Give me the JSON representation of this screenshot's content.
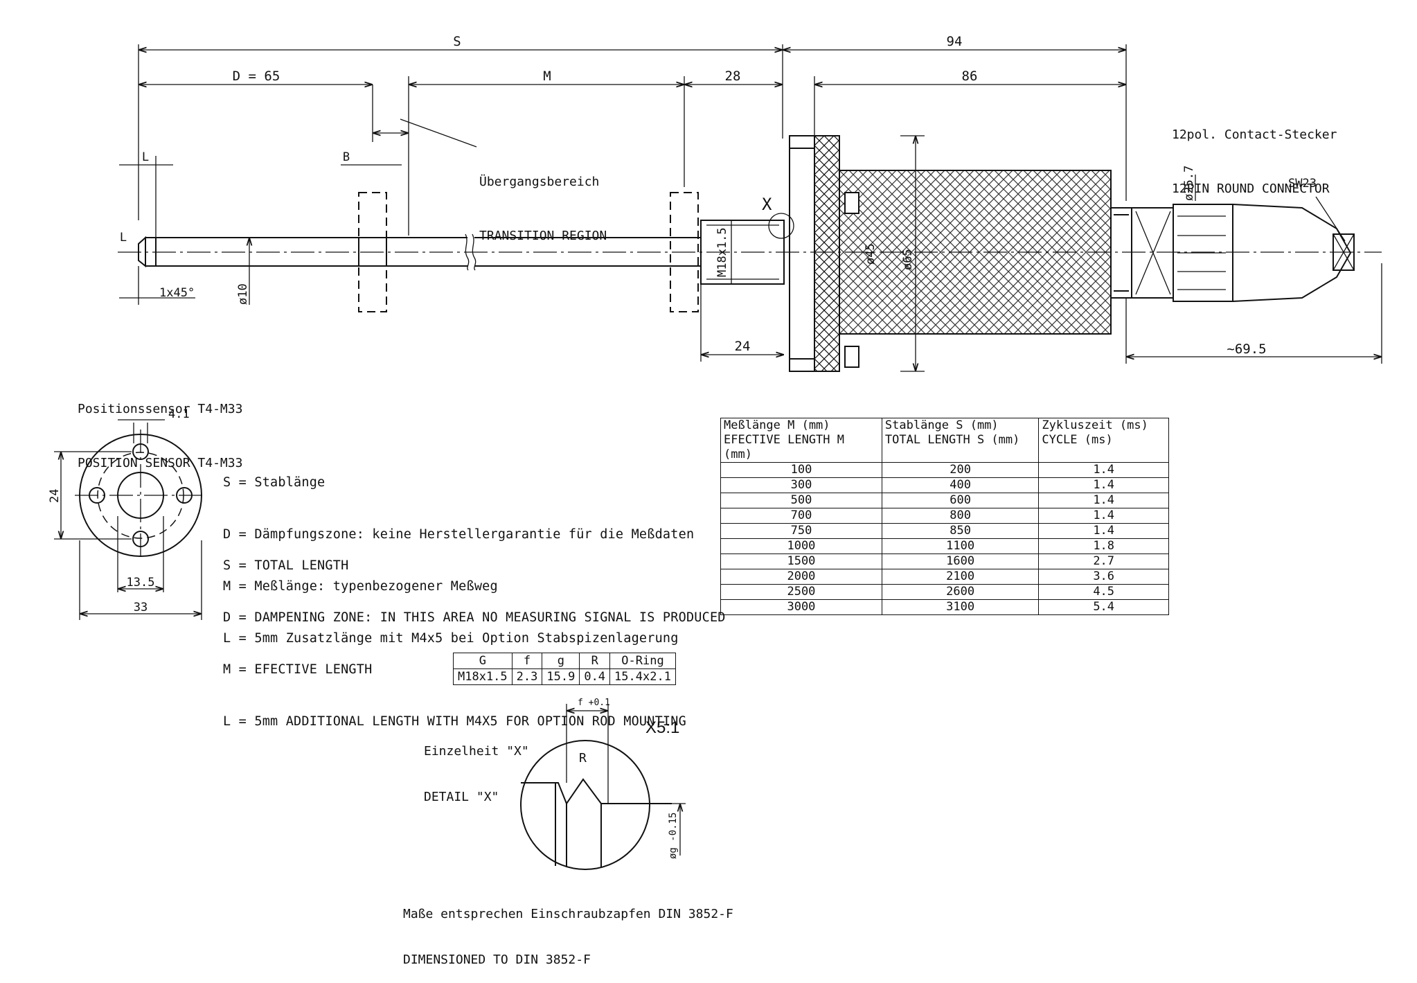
{
  "dimensions": {
    "s": "S",
    "d": "D = 65",
    "m": "M",
    "d28": "28",
    "d94": "94",
    "d86": "86",
    "l": "L",
    "b": "B",
    "chamfer": "1x45°",
    "rod_dia": "ø10",
    "thread": "M18x1.5",
    "dia45": "ø45",
    "dia65": "ø65",
    "d24": "24",
    "dia257": "ø25.7",
    "sw23": "SW23",
    "d695": "~69.5",
    "x_mark": "X"
  },
  "connector": {
    "de": "12pol. Contact-Stecker",
    "en": "12PIN ROUND CONNECTOR"
  },
  "transition": {
    "de": "Übergangsbereich",
    "en": "TRANSITION REGION"
  },
  "sensor_title": {
    "de": "Positionssensor T4-M33",
    "en": "POSITION SENSOR T4-M33"
  },
  "flange": {
    "d41": "4.1",
    "d24": "24",
    "d135": "13.5",
    "d33": "33"
  },
  "legend_de": [
    "S = Stablänge",
    "D = Dämpfungszone: keine Herstellergarantie für die Meßdaten",
    "M = Meßlänge: typenbezogener Meßweg",
    "L = 5mm Zusatzlänge mit M4x5 bei Option Stabspizenlagerung"
  ],
  "legend_en": [
    "S = TOTAL LENGTH",
    "D = DAMPENING ZONE: IN THIS AREA NO MEASURING SIGNAL IS PRODUCED",
    "M = EFECTIVE LENGTH",
    "L = 5mm ADDITIONAL LENGTH WITH M4X5 FOR OPTION ROD MOUNTING"
  ],
  "cycle_table": {
    "headers": [
      [
        "Meßlänge M (mm)",
        "EFECTIVE LENGTH   M (mm)"
      ],
      [
        "Stablänge S (mm)",
        "TOTAL LENGTH S (mm)"
      ],
      [
        "Zykluszeit (ms)",
        "CYCLE (ms)"
      ]
    ],
    "rows": [
      [
        "100",
        "200",
        "1.4"
      ],
      [
        "300",
        "400",
        "1.4"
      ],
      [
        "500",
        "600",
        "1.4"
      ],
      [
        "700",
        "800",
        "1.4"
      ],
      [
        "750",
        "850",
        "1.4"
      ],
      [
        "1000",
        "1100",
        "1.8"
      ],
      [
        "1500",
        "1600",
        "2.7"
      ],
      [
        "2000",
        "2100",
        "3.6"
      ],
      [
        "2500",
        "2600",
        "4.5"
      ],
      [
        "3000",
        "3100",
        "5.4"
      ]
    ]
  },
  "thread_table": {
    "headers": [
      "G",
      "f",
      "g",
      "R",
      "O-Ring"
    ],
    "values": [
      "M18x1.5",
      "2.3",
      "15.9",
      "0.4",
      "15.4x2.1"
    ]
  },
  "detail": {
    "de": "Einzelheit \"X\"",
    "en": "DETAIL \"X\"",
    "scale": "X5:1",
    "f": "f +0.1",
    "r": "R",
    "g": "øg -0.15"
  },
  "din_note": {
    "de": "Maße entsprechen Einschraubzapfen DIN 3852-F",
    "en": "DIMENSIONED TO DIN 3852-F"
  }
}
